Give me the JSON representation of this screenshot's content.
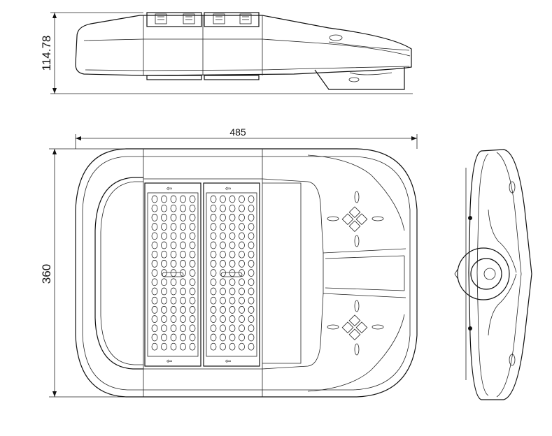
{
  "dimensions": {
    "height": "114.78",
    "width": "485",
    "depth": "360"
  },
  "led_modules": {
    "count": 2,
    "arrow_glyph": "⇦"
  }
}
